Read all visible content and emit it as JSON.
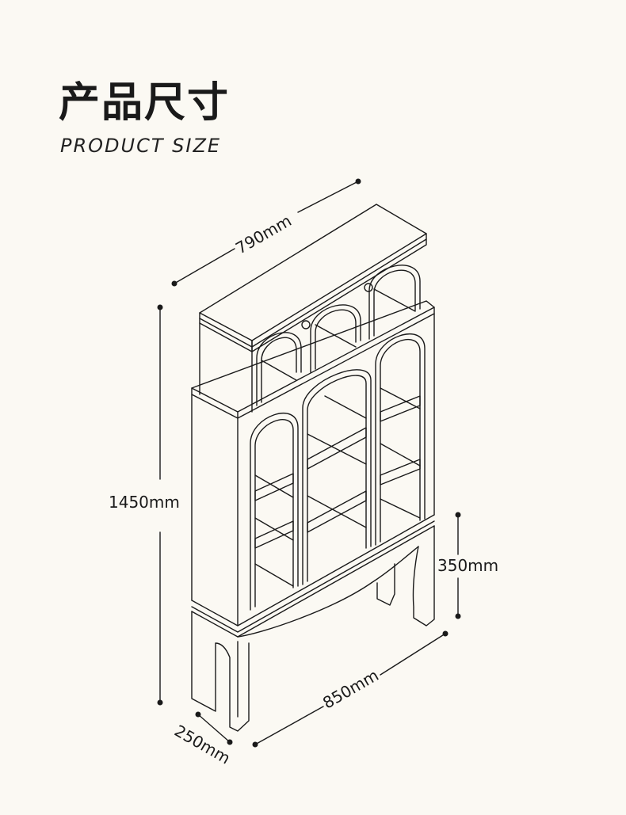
{
  "header": {
    "title_cn": "产品尺寸",
    "title_en": "PRODUCT SIZE"
  },
  "dimensions": {
    "top_width": "790mm",
    "total_height": "1450mm",
    "leg_height": "350mm",
    "base_width": "850mm",
    "depth": "250mm"
  },
  "colors": {
    "background": "#fbf9f3",
    "line": "#1a1a1a"
  }
}
